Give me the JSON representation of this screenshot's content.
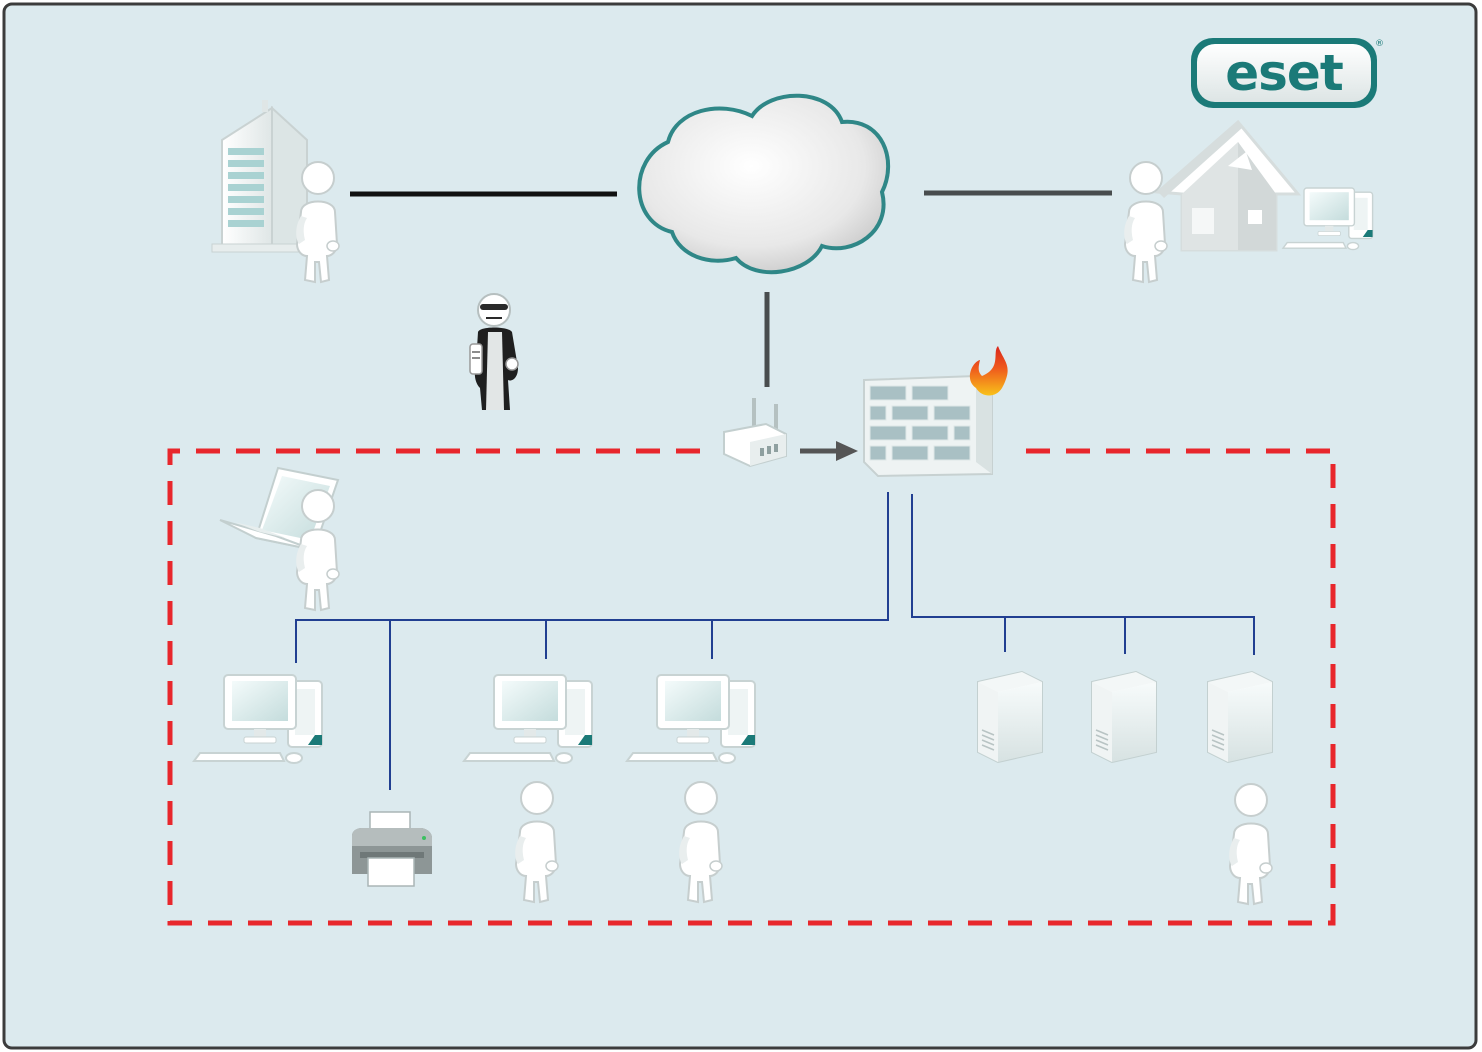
{
  "logo": {
    "text": "eset",
    "registered_mark": "®",
    "color": "#1b7a78"
  },
  "colors": {
    "background": "#dceaee",
    "frame": "#3c3c3c",
    "perimeter": "#e8272c",
    "lan_line": "#213f91",
    "wan_line": "#111111",
    "cloud_outline": "#2f8787",
    "figure_fill": "#ffffff",
    "device_fill": "#eef3f3",
    "brick_fill": "#a9c0c4",
    "flame": "#ec4a1c"
  },
  "nodes": [
    {
      "name": "office-building-icon",
      "icon": "office-building"
    },
    {
      "name": "office-user-icon",
      "icon": "person"
    },
    {
      "name": "internet-cloud-icon",
      "icon": "cloud"
    },
    {
      "name": "home-user-icon",
      "icon": "person"
    },
    {
      "name": "home-house-icon",
      "icon": "house"
    },
    {
      "name": "home-computer-icon",
      "icon": "desktop-computer"
    },
    {
      "name": "hacker-icon",
      "icon": "hacker"
    },
    {
      "name": "router-icon",
      "icon": "router"
    },
    {
      "name": "firewall-icon",
      "icon": "firewall"
    },
    {
      "name": "laptop-icon",
      "icon": "laptop"
    },
    {
      "name": "laptop-user-icon",
      "icon": "person"
    },
    {
      "name": "workstation-1-icon",
      "icon": "desktop-computer"
    },
    {
      "name": "printer-icon",
      "icon": "printer"
    },
    {
      "name": "workstation-2-icon",
      "icon": "desktop-computer"
    },
    {
      "name": "workstation-2-user-icon",
      "icon": "person"
    },
    {
      "name": "workstation-3-icon",
      "icon": "desktop-computer"
    },
    {
      "name": "workstation-3-user-icon",
      "icon": "person"
    },
    {
      "name": "server-1-icon",
      "icon": "server"
    },
    {
      "name": "server-2-icon",
      "icon": "server"
    },
    {
      "name": "server-3-icon",
      "icon": "server"
    },
    {
      "name": "admin-user-icon",
      "icon": "person"
    }
  ],
  "links": [
    {
      "name": "office-to-cloud",
      "kind": "wan"
    },
    {
      "name": "cloud-to-home",
      "kind": "wan"
    },
    {
      "name": "cloud-to-router",
      "kind": "wan"
    },
    {
      "name": "router-to-firewall",
      "kind": "arrow"
    },
    {
      "name": "firewall-to-workstations",
      "kind": "lan"
    },
    {
      "name": "firewall-to-servers",
      "kind": "lan"
    }
  ]
}
